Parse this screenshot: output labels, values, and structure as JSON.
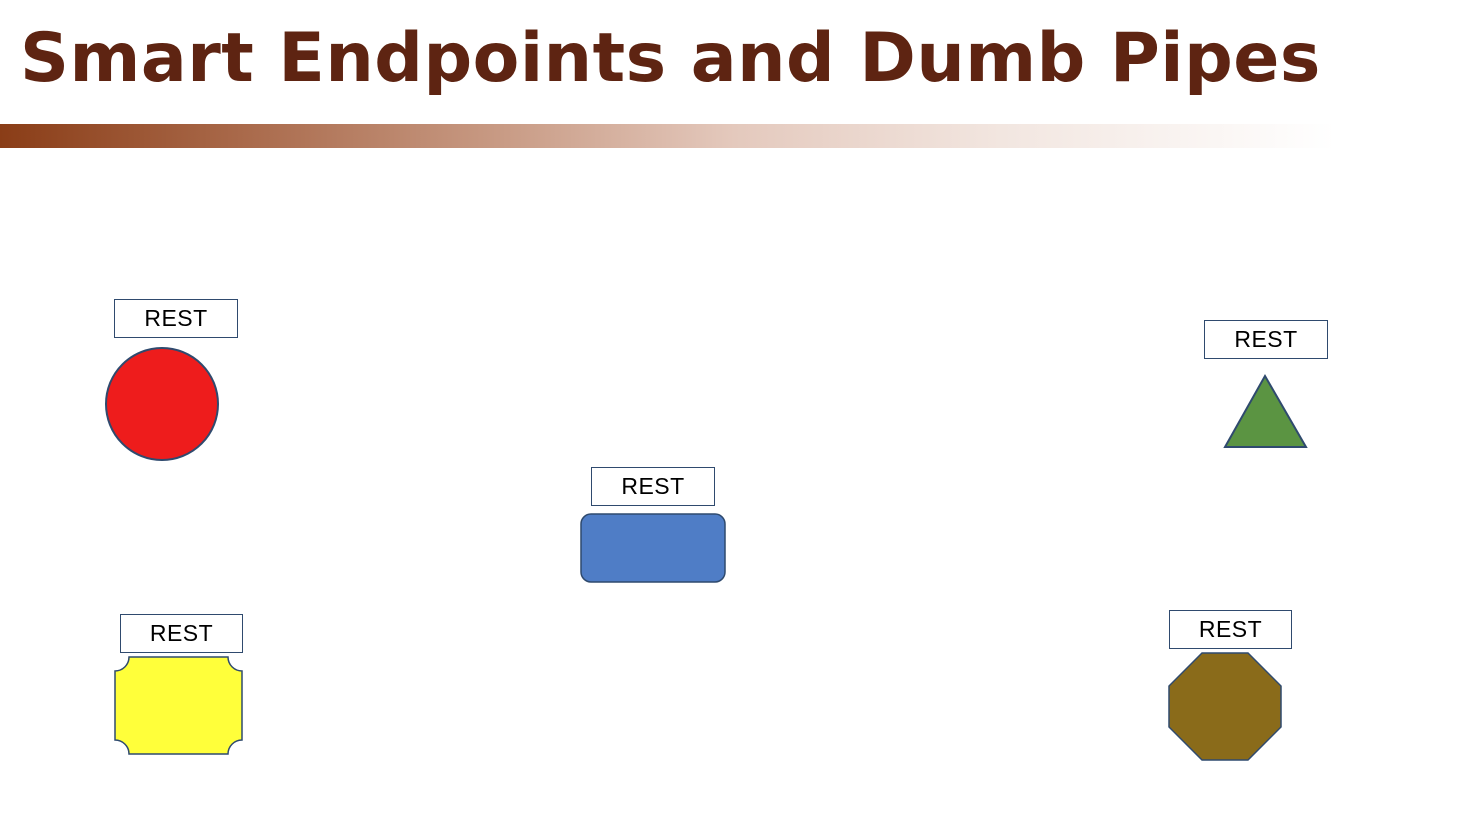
{
  "slide": {
    "title": "Smart Endpoints and Dumb Pipes"
  },
  "services": [
    {
      "label": "REST",
      "shape": "circle",
      "color": "#ee1c1c"
    },
    {
      "label": "REST",
      "shape": "rounded-rectangle",
      "color": "#4f7dc6"
    },
    {
      "label": "REST",
      "shape": "triangle",
      "color": "#5b9442"
    },
    {
      "label": "REST",
      "shape": "plaque",
      "color": "#ffff3a"
    },
    {
      "label": "REST",
      "shape": "octagon",
      "color": "#8a6b1a"
    }
  ],
  "colors": {
    "title": "#5e2412",
    "accent_bar": "#8a3d17",
    "shape_outline": "#2f4a6e"
  }
}
